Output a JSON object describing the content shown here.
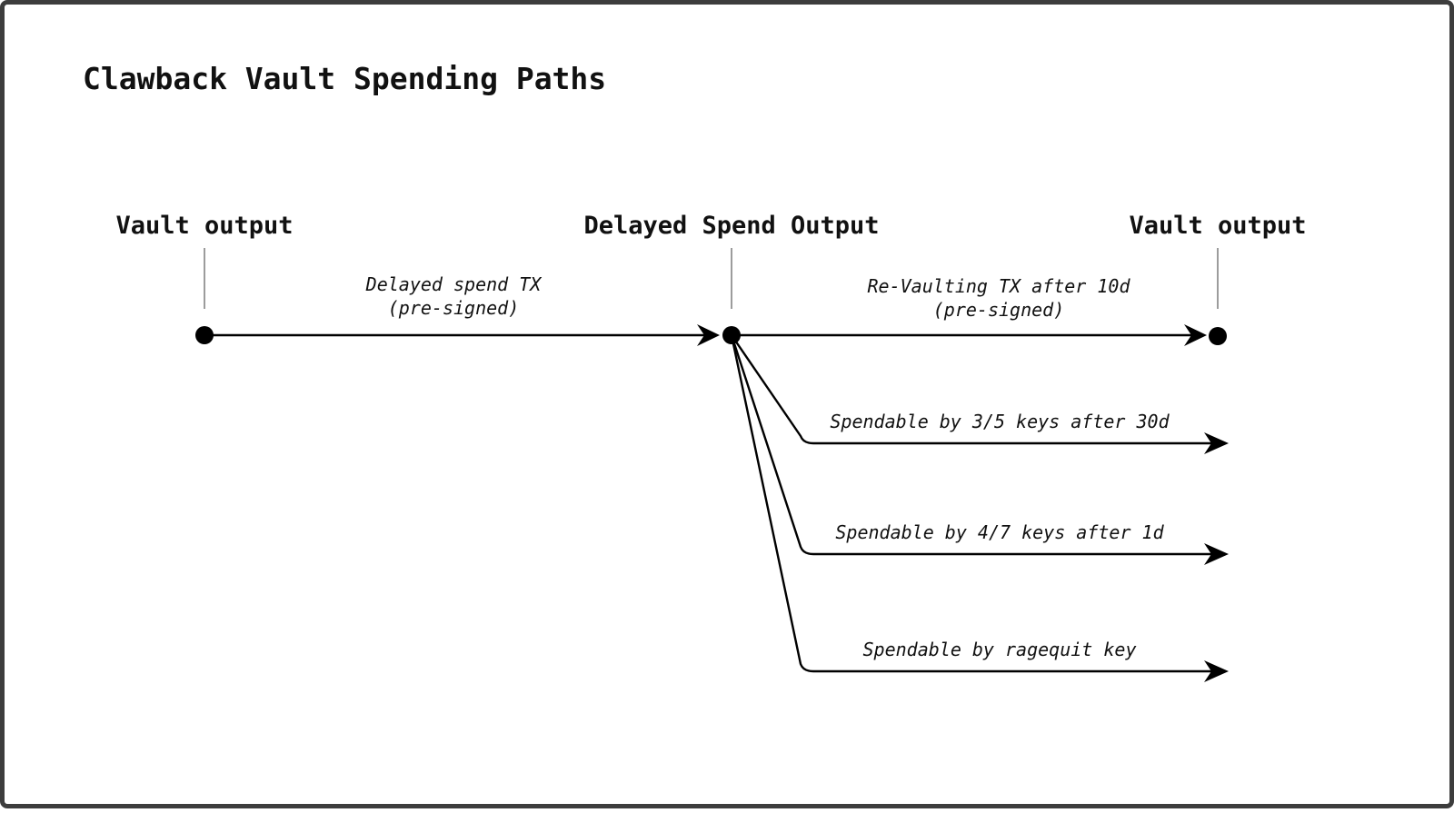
{
  "title": "Clawback Vault Spending Paths",
  "nodes": {
    "vault_output_start": "Vault output",
    "delayed_spend_output": "Delayed Spend Output",
    "vault_output_end": "Vault output"
  },
  "edges": {
    "delayed_spend_tx": {
      "line1": "Delayed spend TX",
      "line2": "(pre-signed)"
    },
    "revaulting_tx": {
      "line1": "Re-Vaulting TX after 10d",
      "line2": "(pre-signed)"
    },
    "spend_3of5": "Spendable by 3/5 keys after 30d",
    "spend_4of7": "Spendable by 4/7 keys after 1d",
    "spend_ragequit": "Spendable by ragequit key"
  }
}
